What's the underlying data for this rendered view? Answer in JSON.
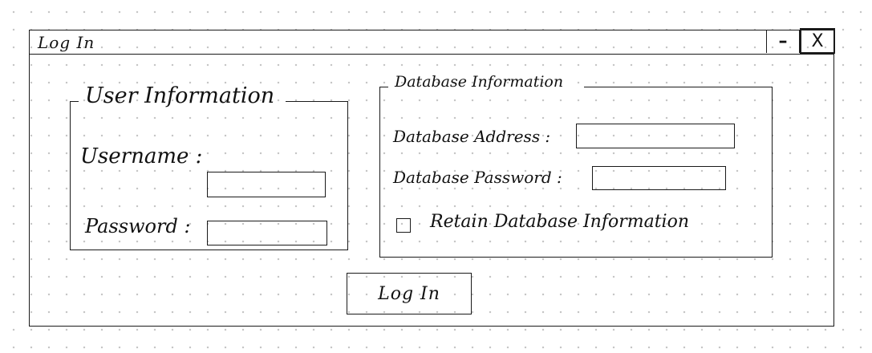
{
  "window": {
    "title": "Log In",
    "minimize_glyph": "–",
    "close_glyph": "X"
  },
  "user_info": {
    "legend": "User Information",
    "username_label": "Username :",
    "username_value": "",
    "password_label": "Password :",
    "password_value": ""
  },
  "db_info": {
    "legend": "Database Information",
    "address_label": "Database Address :",
    "address_value": "",
    "password_label": "Database Password :",
    "password_value": "",
    "retain_label": "Retain Database Information",
    "retain_checked": false
  },
  "login_button_label": "Log In"
}
